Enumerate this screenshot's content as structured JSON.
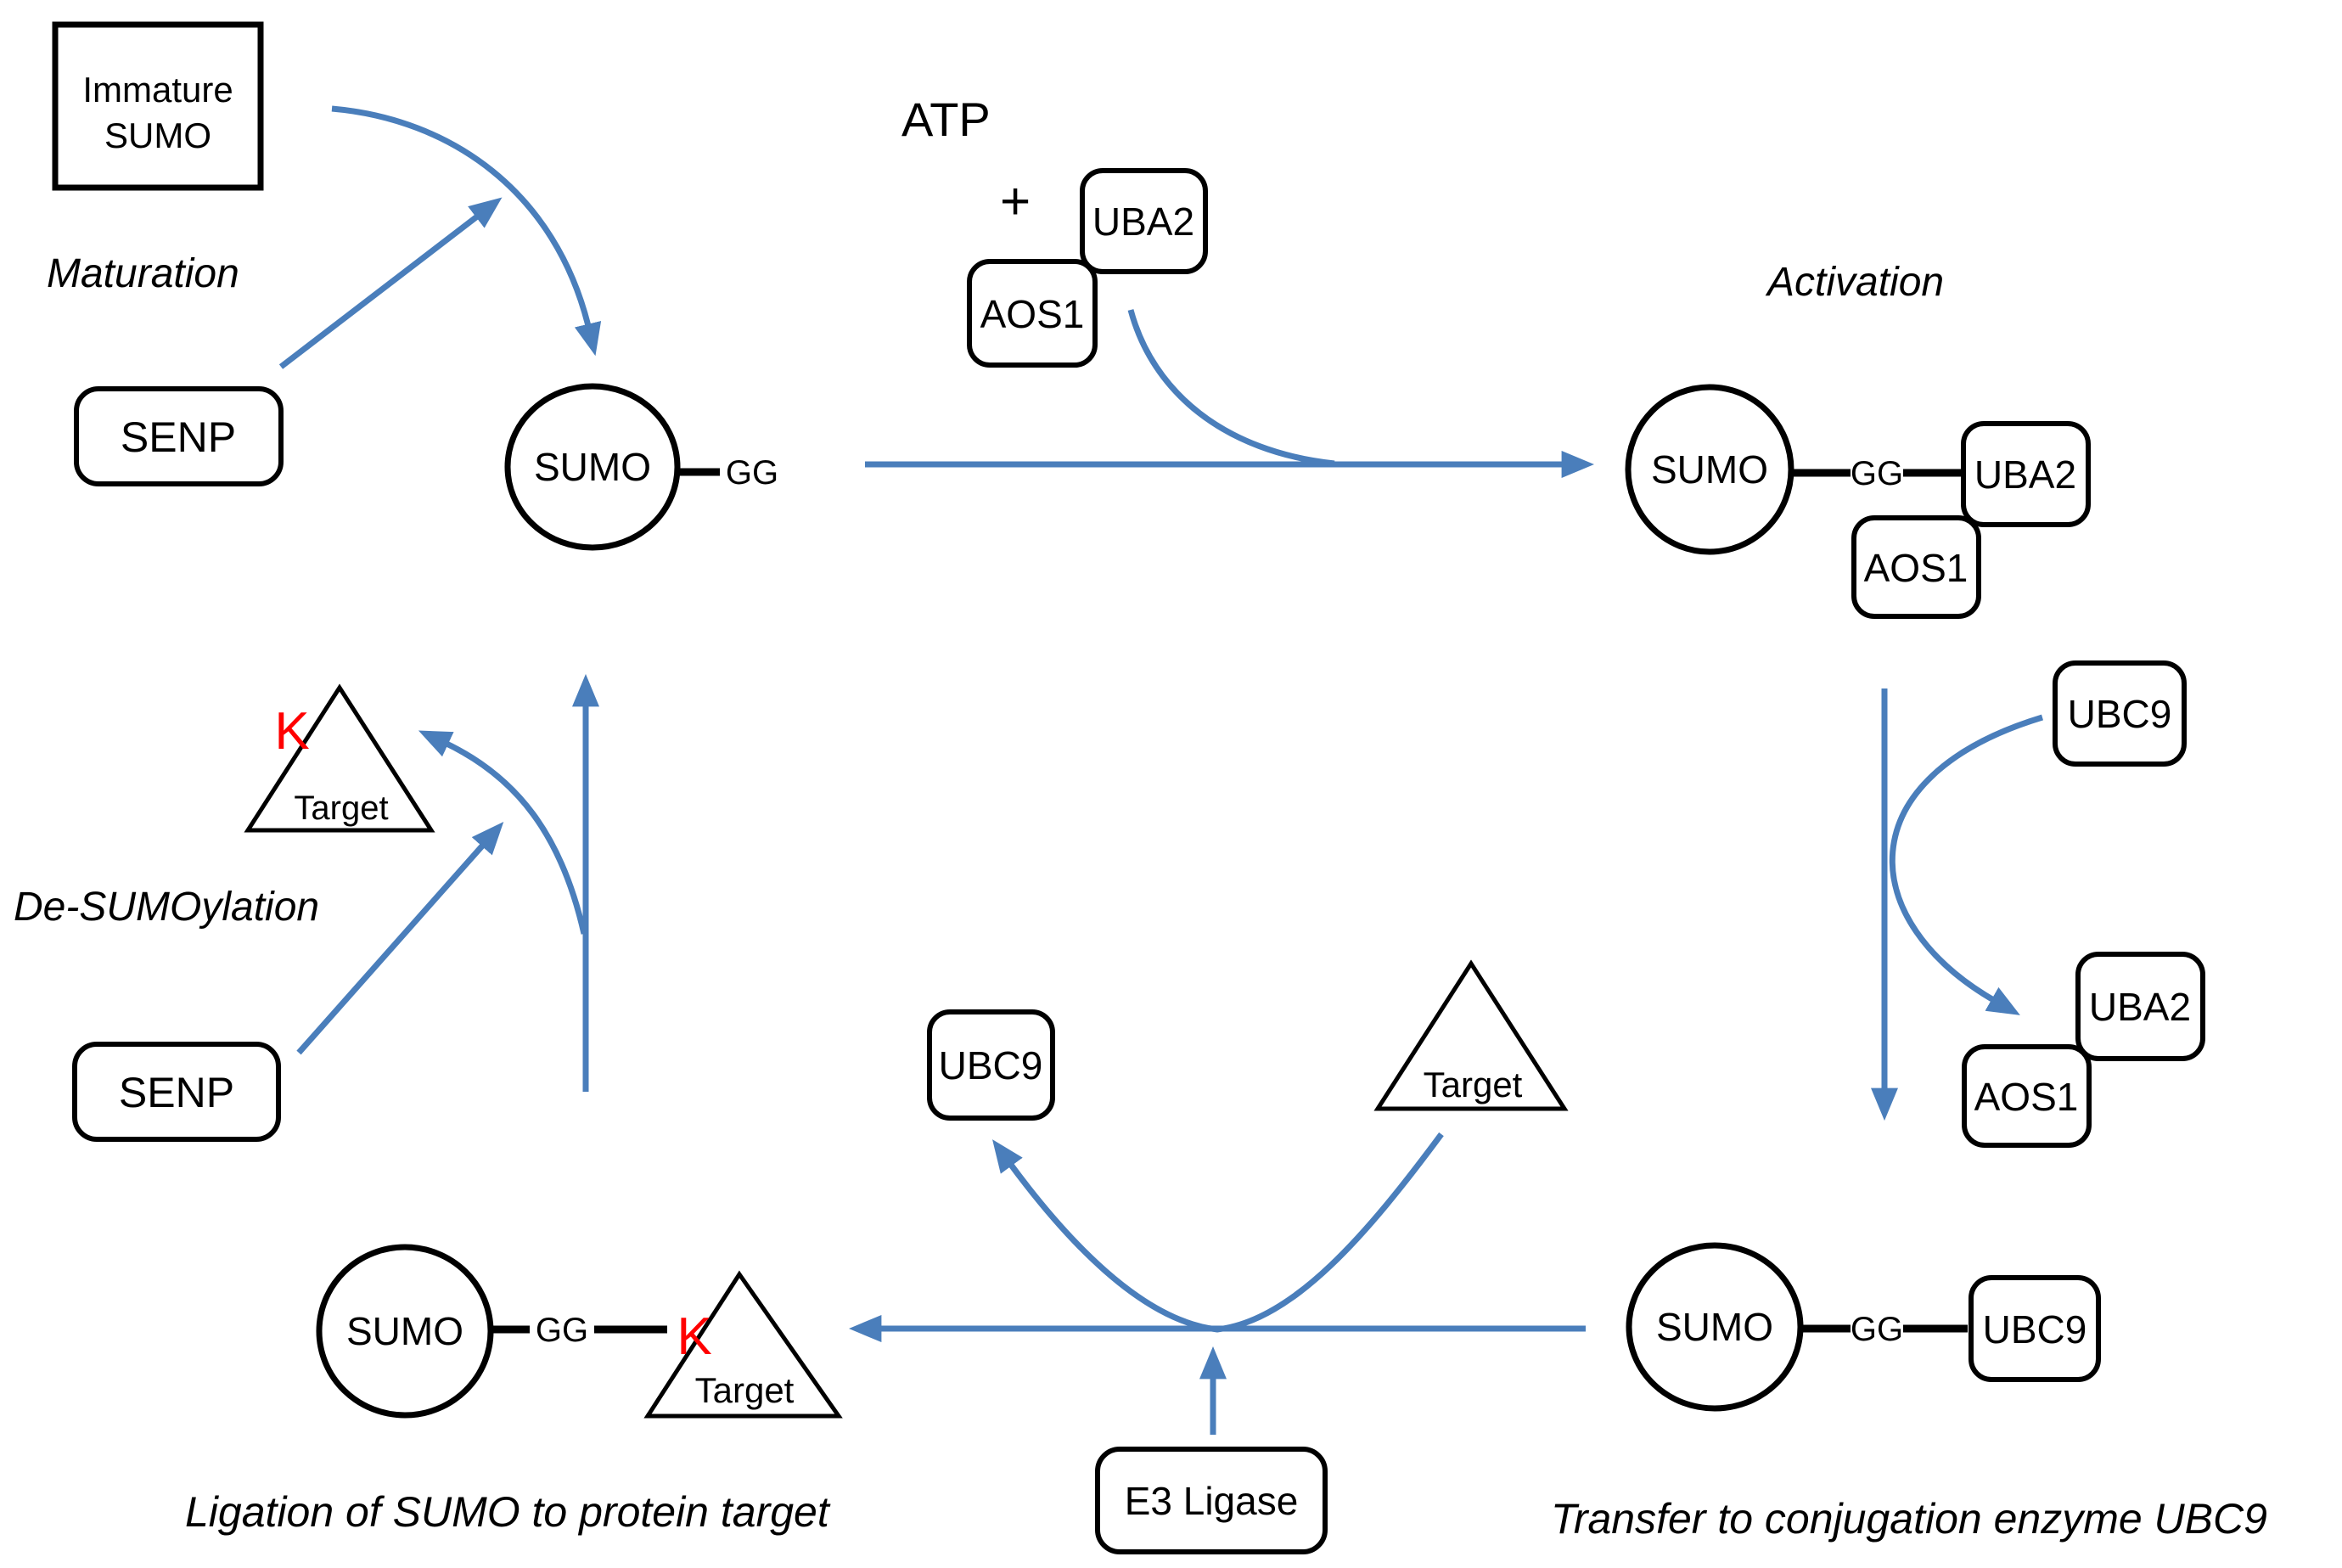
{
  "colors": {
    "blue": "#4a7ebb",
    "red": "#ff0000",
    "ink": "#000000"
  },
  "labels": {
    "atp": "ATP",
    "plus": "+",
    "immature_line1": "Immature",
    "immature_line2": "SUMO",
    "senp": "SENP",
    "sumo": "SUMO",
    "gg": "GG",
    "k": "K",
    "uba2": "UBA2",
    "aos1": "AOS1",
    "ubc9": "UBC9",
    "target": "Target",
    "e3_ligase": "E3 Ligase"
  },
  "captions": {
    "maturation": "Maturation",
    "activation": "Activation",
    "desumoylation": "De-SUMOylation",
    "ligation": "Ligation of SUMO to protein target",
    "transfer": "Transfer to conjugation enzyme UBC9"
  }
}
